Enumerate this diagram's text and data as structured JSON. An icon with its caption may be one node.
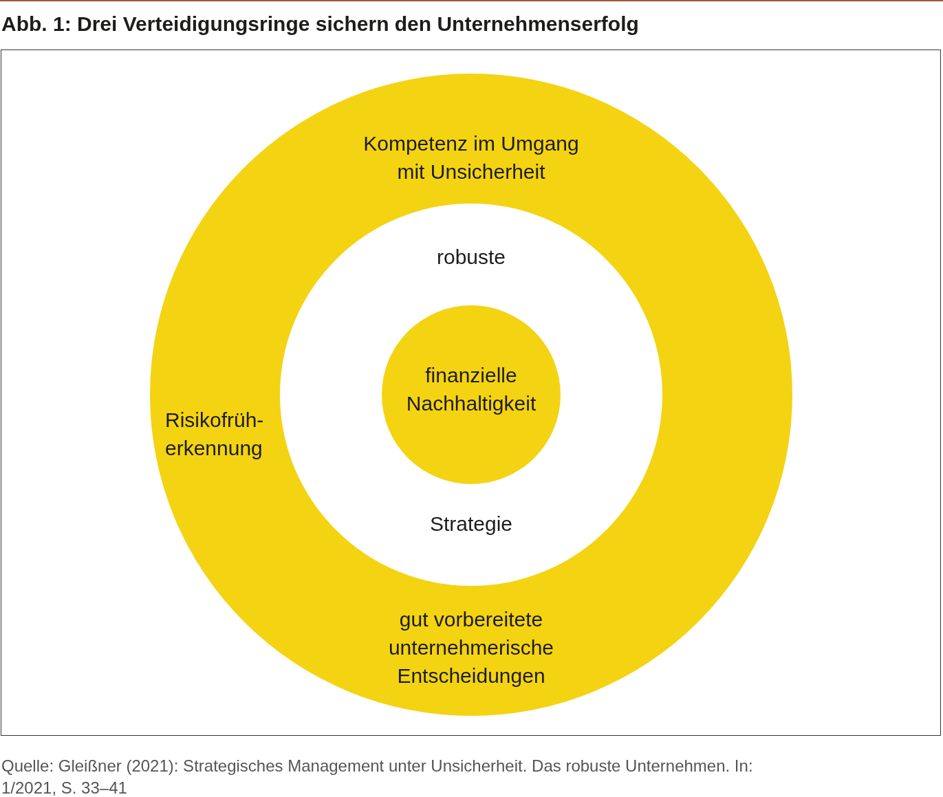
{
  "diagram": {
    "title": "Abb. 1: Drei Verteidigungsringe sichern den Unternehmenserfolg",
    "caption": "Quelle: Gleißner (2021): Strategisches Management unter Unsicherheit. Das robuste Unternehmen. In: 1/2021, S. 33–41",
    "nodes": [
      {
        "text": [
          "Kompetenz im Umgang mit Unsicherheit",
          "Risikofrüh- erkennung",
          "gut vorbereitete unternehmerische Entscheidungen"
        ]
      },
      {
        "text": [
          "robuste",
          "Strategie"
        ],
        "in": 0
      },
      {
        "text": [
          "finanzielle Nachhaltigkeit"
        ],
        "in": 1
      }
    ],
    "edges": []
  }
}
